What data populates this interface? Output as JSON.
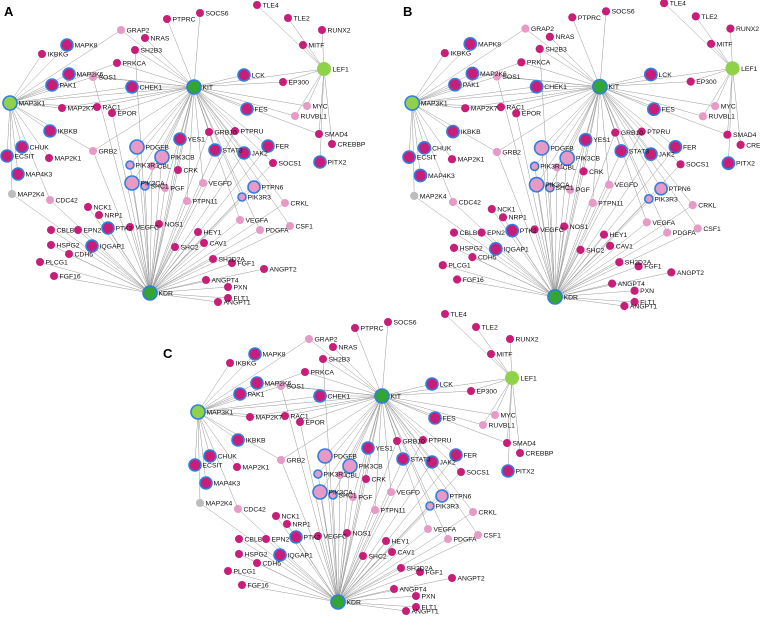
{
  "panels": [
    {
      "letter": "A"
    },
    {
      "letter": "B"
    },
    {
      "letter": "C"
    }
  ],
  "legend_colors": {
    "magenta": "#c81e7a",
    "pink": "#e89ac7",
    "green": "#8fd24a",
    "hub_green": "#33a532",
    "gray": "#bdbdbd",
    "ring": "#2f7fe0",
    "edge": "#9a9a9a"
  },
  "hubs": [
    "KIT",
    "KDR",
    "MAP3K1",
    "LEF1"
  ],
  "nodes": [
    {
      "id": "KIT",
      "label": "KIT"
    },
    {
      "id": "KDR",
      "label": "KDR"
    },
    {
      "id": "MAP3K1",
      "label": "MAP3K1"
    },
    {
      "id": "LEF1",
      "label": "LEF1"
    },
    {
      "id": "TLE4",
      "label": "TLE4"
    },
    {
      "id": "TLE2",
      "label": "TLE2"
    },
    {
      "id": "RUNX2",
      "label": "RUNX2"
    },
    {
      "id": "MITF",
      "label": "MITF"
    },
    {
      "id": "SOCS6",
      "label": "SOCS6"
    },
    {
      "id": "PTPRC",
      "label": "PTPRC"
    },
    {
      "id": "GRAP2",
      "label": "GRAP2"
    },
    {
      "id": "NRAS",
      "label": "NRAS"
    },
    {
      "id": "MAPK8",
      "label": "MAPK8"
    },
    {
      "id": "IKBKG",
      "label": "IKBKG"
    },
    {
      "id": "SH2B3",
      "label": "SH2B3"
    },
    {
      "id": "PRKCA",
      "label": "PRKCA"
    },
    {
      "id": "MAP2K6",
      "label": "MAP2K6"
    },
    {
      "id": "SOS1",
      "label": "SOS1"
    },
    {
      "id": "PAK1",
      "label": "PAK1"
    },
    {
      "id": "CHEK1",
      "label": "CHEK1"
    },
    {
      "id": "LCK",
      "label": "LCK"
    },
    {
      "id": "EP300",
      "label": "EP300"
    },
    {
      "id": "MAP2K7",
      "label": "MAP2K7"
    },
    {
      "id": "RAC1",
      "label": "RAC1"
    },
    {
      "id": "EPOR",
      "label": "EPOR"
    },
    {
      "id": "FES",
      "label": "FES"
    },
    {
      "id": "MYC",
      "label": "MYC"
    },
    {
      "id": "RUVBL1",
      "label": "RUVBL1"
    },
    {
      "id": "IKBKB",
      "label": "IKBKB"
    },
    {
      "id": "SMAD4",
      "label": "SMAD4"
    },
    {
      "id": "CREBBP",
      "label": "CREBBP"
    },
    {
      "id": "CHUK",
      "label": "CHUK"
    },
    {
      "id": "ECSIT",
      "label": "ECSIT"
    },
    {
      "id": "MAP2K1",
      "label": "MAP2K1"
    },
    {
      "id": "GRB2",
      "label": "GRB2"
    },
    {
      "id": "YES1",
      "label": "YES1"
    },
    {
      "id": "GRB10",
      "label": "GRB10"
    },
    {
      "id": "PTPRU",
      "label": "PTPRU"
    },
    {
      "id": "PDGFB",
      "label": "PDGFB"
    },
    {
      "id": "PIK3CB",
      "label": "PIK3CB"
    },
    {
      "id": "STAT3",
      "label": "STAT3"
    },
    {
      "id": "JAK2",
      "label": "JAK2"
    },
    {
      "id": "FER",
      "label": "FER"
    },
    {
      "id": "PITX2",
      "label": "PITX2"
    },
    {
      "id": "MAP4K3",
      "label": "MAP4K3"
    },
    {
      "id": "PIK3R1",
      "label": "PIK3R1"
    },
    {
      "id": "CBL",
      "label": "CBL"
    },
    {
      "id": "CRK",
      "label": "CRK"
    },
    {
      "id": "SOCS1",
      "label": "SOCS1"
    },
    {
      "id": "PIK3CA",
      "label": "PIK3CA"
    },
    {
      "id": "SHC1",
      "label": "SHC1"
    },
    {
      "id": "PGF",
      "label": "PGF"
    },
    {
      "id": "VEGFD",
      "label": "VEGFD"
    },
    {
      "id": "PTPN6",
      "label": "PTPN6"
    },
    {
      "id": "PIK3R3",
      "label": "PIK3R3"
    },
    {
      "id": "MAP2K4",
      "label": "MAP2K4"
    },
    {
      "id": "CDC42",
      "label": "CDC42"
    },
    {
      "id": "PTPN11",
      "label": "PTPN11"
    },
    {
      "id": "CRKL",
      "label": "CRKL"
    },
    {
      "id": "NCK1",
      "label": "NCK1"
    },
    {
      "id": "NRP1",
      "label": "NRP1"
    },
    {
      "id": "VEGFA",
      "label": "VEGFA"
    },
    {
      "id": "CSF1",
      "label": "CSF1"
    },
    {
      "id": "CBLB",
      "label": "CBLB"
    },
    {
      "id": "EPN2",
      "label": "EPN2"
    },
    {
      "id": "PTK2",
      "label": "PTK2"
    },
    {
      "id": "VEGFC",
      "label": "VEGFC"
    },
    {
      "id": "NOS1",
      "label": "NOS1"
    },
    {
      "id": "PDGFA",
      "label": "PDGFA"
    },
    {
      "id": "HEY1",
      "label": "HEY1"
    },
    {
      "id": "HSPG2",
      "label": "HSPG2"
    },
    {
      "id": "CDH5",
      "label": "CDH5"
    },
    {
      "id": "IQGAP1",
      "label": "IQGAP1"
    },
    {
      "id": "CAV1",
      "label": "CAV1"
    },
    {
      "id": "SHC2",
      "label": "SHC2"
    },
    {
      "id": "PLCG1",
      "label": "PLCG1"
    },
    {
      "id": "FGF1",
      "label": "FGF1"
    },
    {
      "id": "SH2D2A",
      "label": "SH2D2A"
    },
    {
      "id": "ANGPT2",
      "label": "ANGPT2"
    },
    {
      "id": "FGF16",
      "label": "FGF16"
    },
    {
      "id": "ANGPT4",
      "label": "ANGPT4"
    },
    {
      "id": "PXN",
      "label": "PXN"
    },
    {
      "id": "FLT1",
      "label": "FLT1"
    },
    {
      "id": "ANGPT1",
      "label": "ANGPT1"
    }
  ]
}
